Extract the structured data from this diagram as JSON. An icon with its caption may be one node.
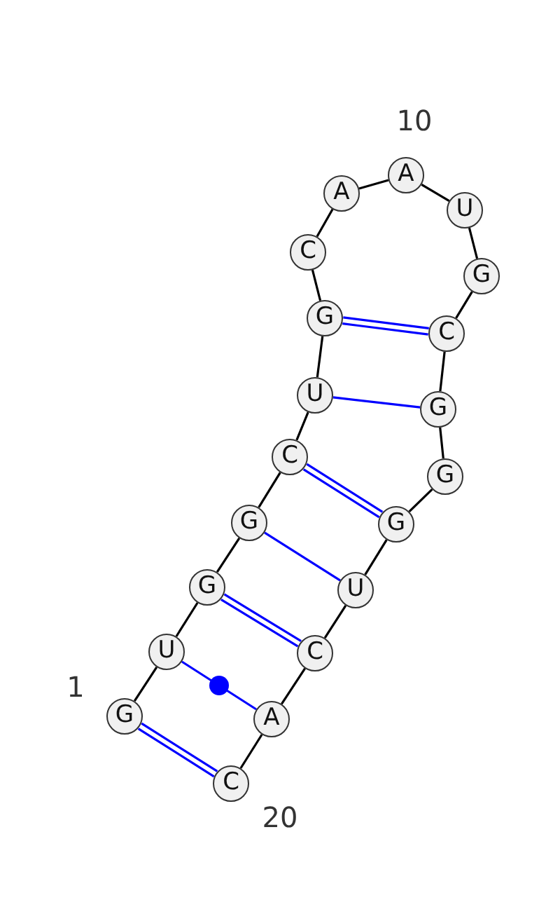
{
  "diagram": {
    "nodes": [
      {
        "text": [
          "G"
        ]
      },
      {
        "text": [
          "U"
        ]
      },
      {
        "text": [
          "G"
        ]
      },
      {
        "text": [
          "G"
        ]
      },
      {
        "text": [
          "C"
        ]
      },
      {
        "text": [
          "U"
        ]
      },
      {
        "text": [
          "G"
        ]
      },
      {
        "text": [
          "C"
        ]
      },
      {
        "text": [
          "A"
        ]
      },
      {
        "text": [
          "A"
        ]
      },
      {
        "text": [
          "U"
        ]
      },
      {
        "text": [
          "G"
        ]
      },
      {
        "text": [
          "C"
        ]
      },
      {
        "text": [
          "G"
        ]
      },
      {
        "text": [
          "G"
        ]
      },
      {
        "text": [
          "G"
        ]
      },
      {
        "text": [
          "U"
        ]
      },
      {
        "text": [
          "C"
        ]
      },
      {
        "text": [
          "A"
        ]
      },
      {
        "text": [
          "C"
        ]
      }
    ],
    "edges": [
      {
        "from": 0,
        "to": 1,
        "arrow": "none"
      },
      {
        "from": 1,
        "to": 2,
        "arrow": "none"
      },
      {
        "from": 2,
        "to": 3,
        "arrow": "none"
      },
      {
        "from": 3,
        "to": 4,
        "arrow": "none"
      },
      {
        "from": 4,
        "to": 5,
        "arrow": "none"
      },
      {
        "from": 5,
        "to": 6,
        "arrow": "none"
      },
      {
        "from": 6,
        "to": 7,
        "arrow": "none"
      },
      {
        "from": 7,
        "to": 8,
        "arrow": "none"
      },
      {
        "from": 8,
        "to": 9,
        "arrow": "none"
      },
      {
        "from": 9,
        "to": 10,
        "arrow": "none"
      },
      {
        "from": 10,
        "to": 11,
        "arrow": "none"
      },
      {
        "from": 11,
        "to": 12,
        "arrow": "none"
      },
      {
        "from": 12,
        "to": 13,
        "arrow": "none"
      },
      {
        "from": 13,
        "to": 14,
        "arrow": "none"
      },
      {
        "from": 14,
        "to": 15,
        "arrow": "none"
      },
      {
        "from": 15,
        "to": 16,
        "arrow": "none"
      },
      {
        "from": 16,
        "to": 17,
        "arrow": "none"
      },
      {
        "from": 17,
        "to": 18,
        "arrow": "none"
      },
      {
        "from": 18,
        "to": 19,
        "arrow": "none"
      },
      {
        "from": 0,
        "to": 19,
        "arrow": "none",
        "color": "#0000ff"
      },
      {
        "from": 1,
        "to": 18,
        "arrow": "none",
        "color": "#0000ff"
      },
      {
        "from": 2,
        "to": 17,
        "arrow": "none",
        "color": "#0000ff"
      },
      {
        "from": 3,
        "to": 16,
        "arrow": "none",
        "color": "#0000ff"
      },
      {
        "from": 4,
        "to": 15,
        "arrow": "none",
        "color": "#0000ff"
      },
      {
        "from": 5,
        "to": 13,
        "arrow": "none",
        "color": "#0000ff"
      },
      {
        "from": 6,
        "to": 12,
        "arrow": "none",
        "color": "#0000ff"
      }
    ],
    "labels": [
      "10",
      "1",
      "20"
    ]
  }
}
